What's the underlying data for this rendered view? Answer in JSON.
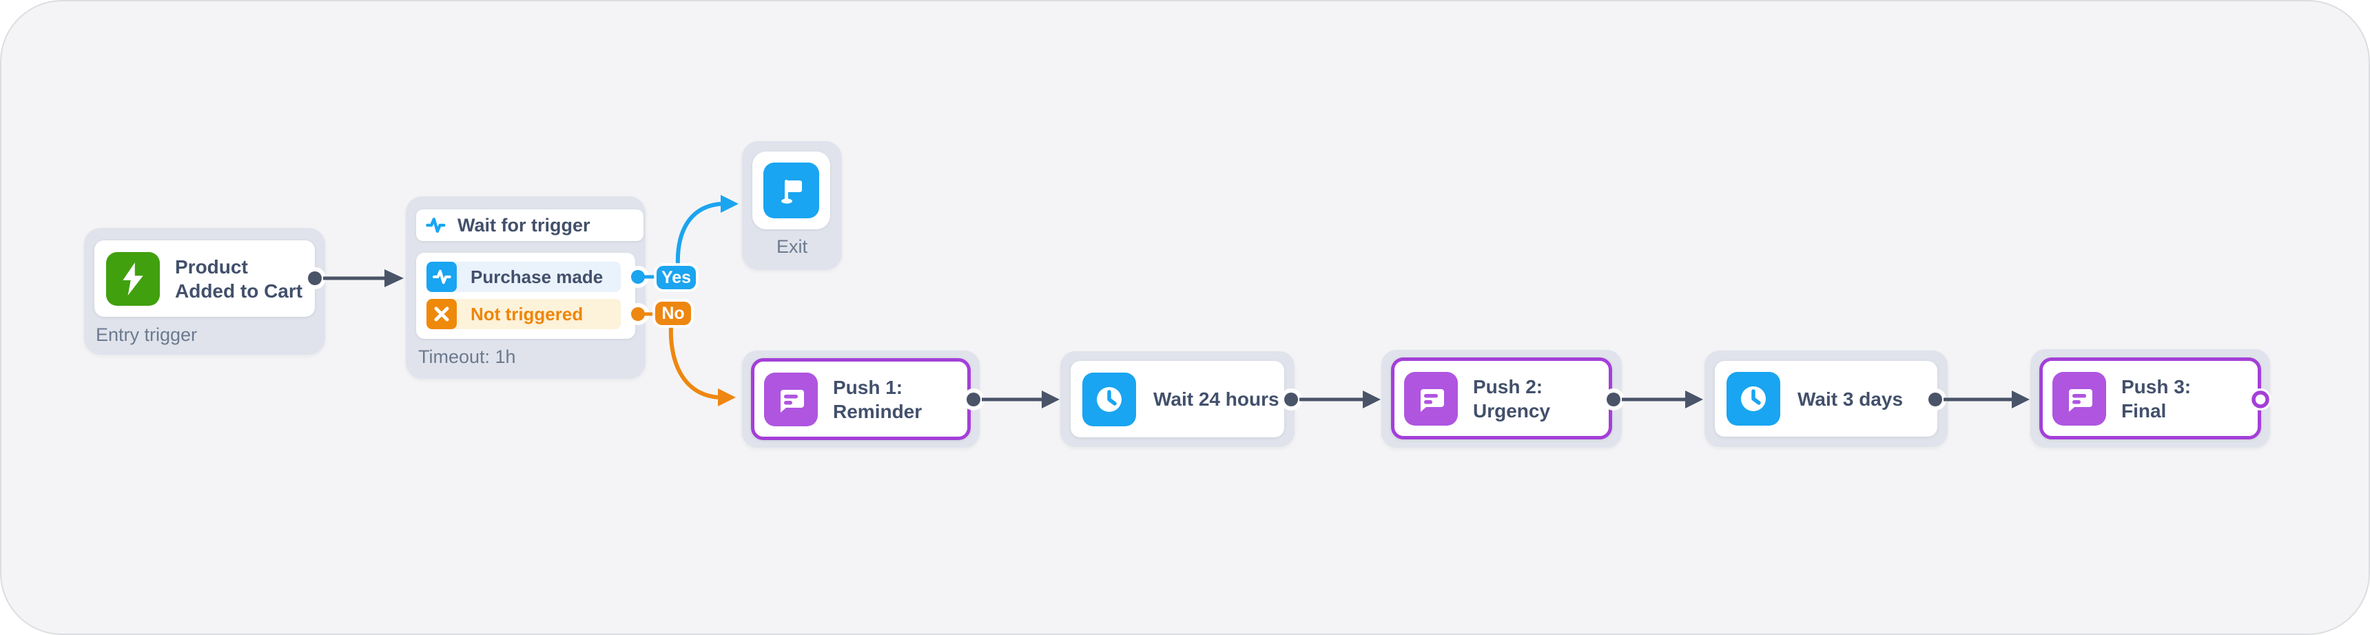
{
  "app": {
    "description": "Automation workflow canvas: abandoned-cart push notification journey"
  },
  "colors": {
    "canvas_bg": "#f4f4f6",
    "canvas_border": "#dcdde0",
    "node_container_bg": "#e0e3eb",
    "card_bg": "#ffffff",
    "title_text": "#42506b",
    "caption_text": "#6b7a8f",
    "green": "#41a00e",
    "blue": "#19a5f1",
    "light_blue_row": "#eaf2fc",
    "orange": "#ef8909",
    "light_orange_row": "#fdf2da",
    "orange_text": "#ee8609",
    "purple_icon": "#af55e0",
    "purple_border": "#a43fd8",
    "connector_dark": "#4a5468",
    "yes_badge_bg": "#1ba4ef",
    "no_badge_bg": "#ee8711"
  },
  "nodes": {
    "entry": {
      "title": "Product\nAdded to Cart",
      "caption": "Entry trigger",
      "icon": "lightning-icon"
    },
    "wait_trigger": {
      "title": "Wait for trigger",
      "icon": "pulse-icon",
      "branches": [
        {
          "label": "Purchase made",
          "icon": "pulse-icon"
        },
        {
          "label": "Not triggered",
          "icon": "x-icon"
        }
      ],
      "timeout": "Timeout: 1h"
    },
    "exit": {
      "caption": "Exit",
      "icon": "flag-icon"
    },
    "push1": {
      "title": "Push 1:\nReminder",
      "icon": "message-icon"
    },
    "wait24": {
      "title": "Wait 24 hours",
      "icon": "clock-icon"
    },
    "push2": {
      "title": "Push 2:\nUrgency",
      "icon": "message-icon"
    },
    "wait3": {
      "title": "Wait 3 days",
      "icon": "clock-icon"
    },
    "push3": {
      "title": "Push 3:\nFinal",
      "icon": "message-icon"
    }
  },
  "edges": {
    "yes_label": "Yes",
    "no_label": "No"
  }
}
